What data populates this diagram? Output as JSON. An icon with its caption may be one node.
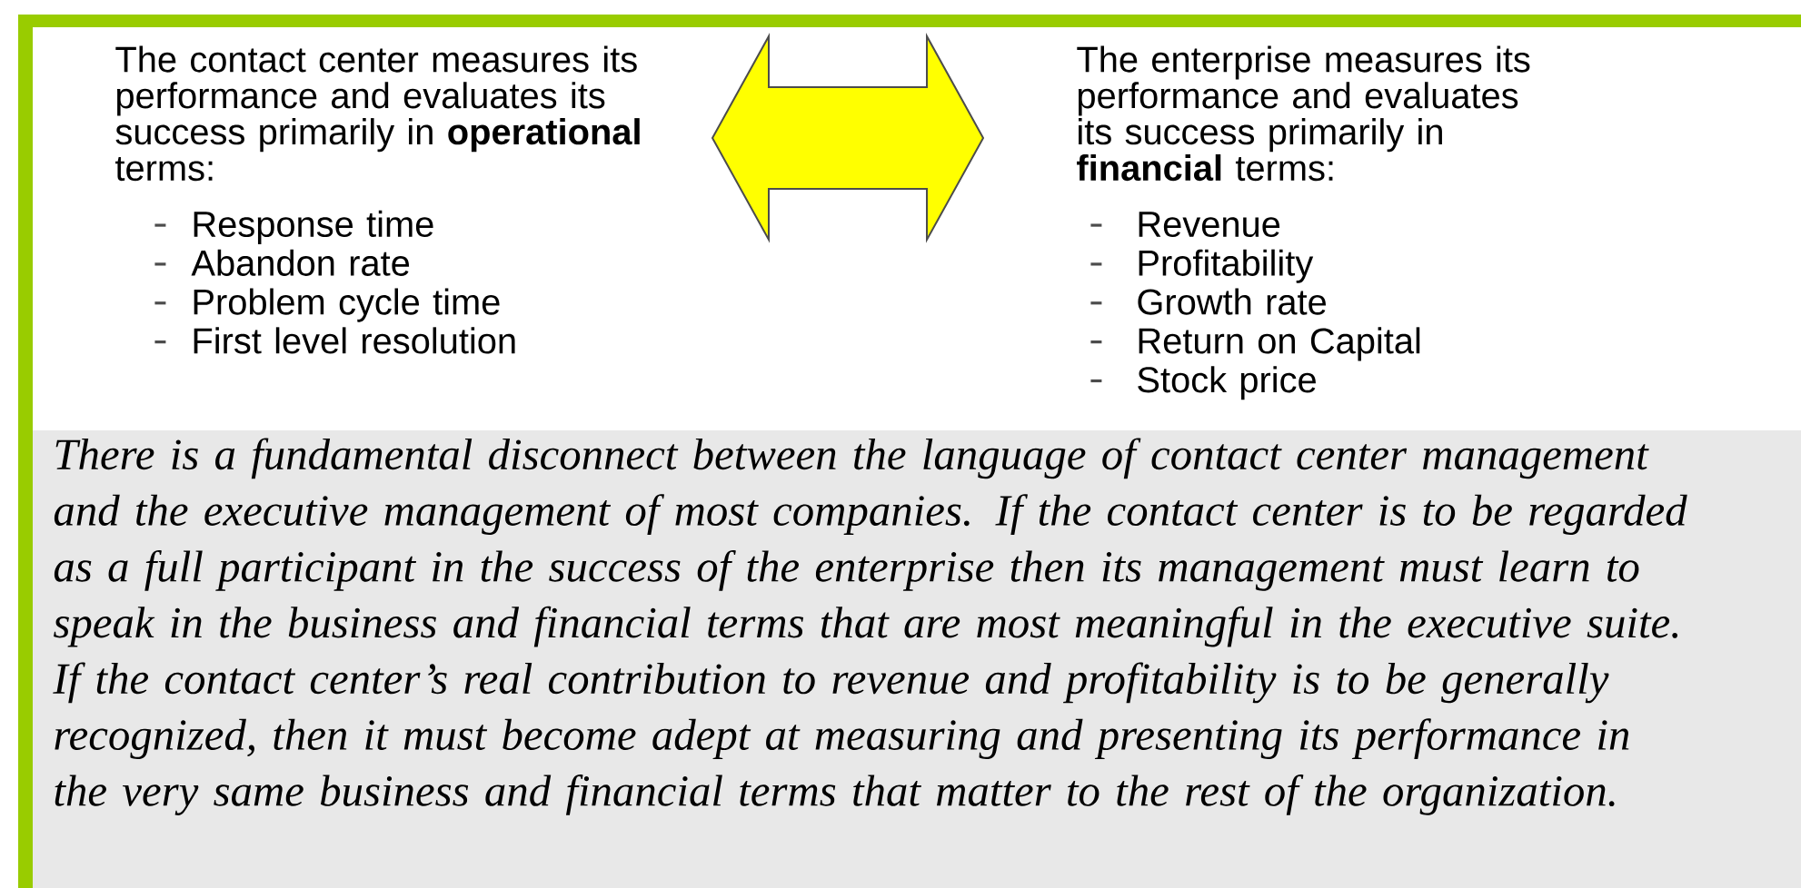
{
  "diagram": {
    "nodes": [
      {
        "text": [
          "The contact center measures its performance and evaluates its success primarily in **operational** terms:",
          "Response time",
          "Abandon rate",
          "Problem cycle time",
          "First level resolution"
        ]
      },
      {
        "text": [
          "The enterprise measures its performance and evaluates its success primarily in **financial** terms:",
          "Revenue",
          "Profitability",
          "Growth rate",
          "Return on Capital",
          "Stock price"
        ]
      }
    ],
    "edges": [
      {
        "from": 0,
        "to": 1,
        "arrow": "both",
        "color": "#ffff00"
      }
    ],
    "labels": [
      "There is a fundamental disconnect between the language of contact center management and the executive management of most companies. If the contact center is to be regarded as a full participant in the success of the enterprise then its management must learn to speak in the business and financial terms that are most meaningful in the executive suite. If the contact center’s real contribution to revenue and profitability is to be generally recognized, then it must become adept at measuring and presenting its performance in the very same business and financial terms that matter to the rest of the organization."
    ]
  }
}
